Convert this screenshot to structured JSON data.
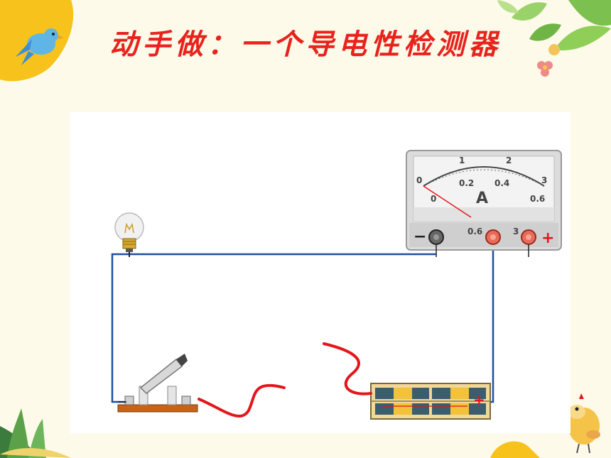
{
  "slide": {
    "title": "动手做：一个导电性检测器"
  },
  "ammeter": {
    "symbol": "A",
    "upper_scale": [
      "0",
      "1",
      "2",
      "3"
    ],
    "lower_scale": [
      "0",
      "0.2",
      "0.4",
      "0.6"
    ],
    "terminal_labels": [
      "0.6",
      "3"
    ],
    "minus_sign": "−",
    "plus_sign": "+"
  },
  "battery": {
    "plus_sign": "+"
  },
  "colors": {
    "title": "#e8231c",
    "wire": "#1f4fa0",
    "probe_wire": "#e4161b",
    "background": "#fdfaea"
  }
}
